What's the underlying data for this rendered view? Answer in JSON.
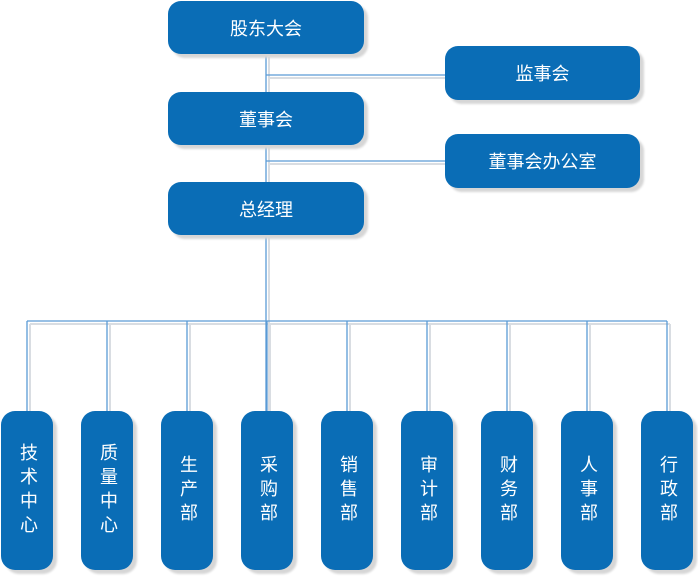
{
  "colors": {
    "box": "#0a6db6",
    "line": "#5b9bd5"
  },
  "top_chain": [
    "股东大会",
    "董事会",
    "总经理"
  ],
  "side_boxes": [
    "监事会",
    "董事会办公室"
  ],
  "departments": [
    "技术中心",
    "质量中心",
    "生产部",
    "采购部",
    "销售部",
    "审计部",
    "财务部",
    "人事部",
    "行政部"
  ]
}
